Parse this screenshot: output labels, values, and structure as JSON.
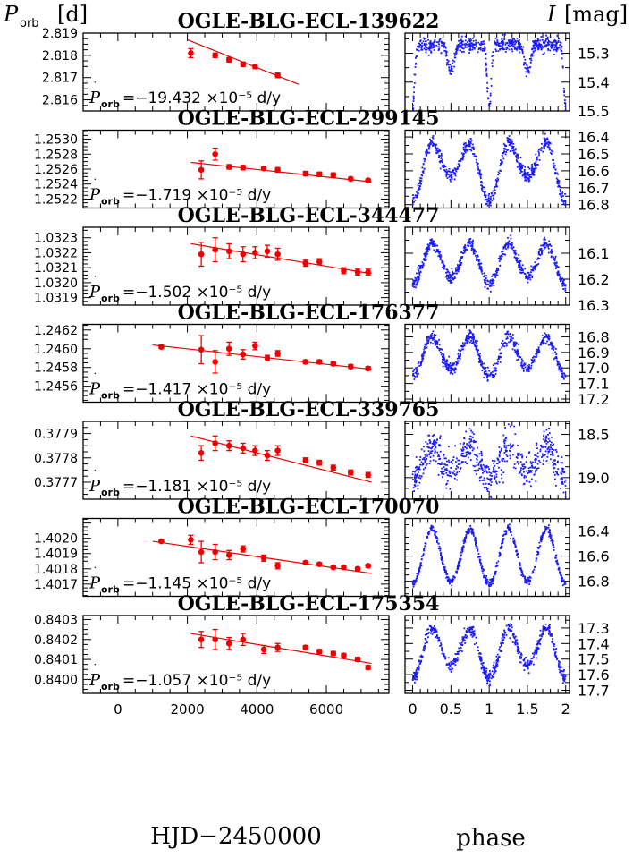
{
  "figure": {
    "porb_symbol": "P",
    "porb_sub": "orb",
    "porb_unit": "[d]",
    "mag_symbol": "I",
    "mag_unit": "[mag]",
    "xlabel_left": "HJD−2450000",
    "xlabel_right": "phase",
    "xticks_left": [
      "0",
      "2000",
      "4000",
      "6000"
    ],
    "xticks_right": [
      "0",
      "0.5",
      "1",
      "1.5",
      "2"
    ],
    "pdot_prefix": "=",
    "pdot_unit": "d/y",
    "red": "#ee0000",
    "blue": "#1a1aff"
  },
  "chart_data": [
    {
      "type": "scatter",
      "title": "OGLE-BLG-ECL-139622",
      "pdot_text": "−19.432 ×10⁻⁵",
      "left": {
        "ylim": [
          2.8155,
          2.819
        ],
        "yticks": [
          "2.819",
          "2.818",
          "2.817",
          "2.816"
        ],
        "yvals": [
          2.819,
          2.818,
          2.817,
          2.816
        ],
        "points": [
          [
            2100,
            2.8181,
            0.0002
          ],
          [
            2800,
            2.818,
            0.0001
          ],
          [
            3200,
            2.8178,
            0.0001
          ],
          [
            3600,
            2.8176,
            0.0001
          ],
          [
            3950,
            2.8175,
            0.0001
          ],
          [
            4600,
            2.8171,
            0.0001
          ]
        ],
        "fit": [
          [
            2000,
            2.8187
          ],
          [
            5200,
            2.8167
          ]
        ]
      },
      "right": {
        "ylim": [
          15.5,
          15.23
        ],
        "yticks": [
          "15.3",
          "15.4",
          "15.5"
        ],
        "yvals": [
          15.3,
          15.4,
          15.5
        ],
        "model": "detached",
        "base": 15.27,
        "d1": 0.22,
        "d2": 0.09,
        "w": 0.025,
        "scatter": 0.012
      }
    },
    {
      "type": "scatter",
      "title": "OGLE-BLG-ECL-299145",
      "pdot_text": "−1.719 ×10⁻⁵",
      "left": {
        "ylim": [
          1.25208,
          1.25312
        ],
        "yticks": [
          "1.2530",
          "1.2528",
          "1.2526",
          "1.2524",
          "1.2522"
        ],
        "yvals": [
          1.253,
          1.2528,
          1.2526,
          1.2524,
          1.2522
        ],
        "points": [
          [
            2400,
            1.25259,
            0.00012
          ],
          [
            2800,
            1.2528,
            8e-05
          ],
          [
            3200,
            1.25263,
            3e-05
          ],
          [
            3600,
            1.25262,
            3e-05
          ],
          [
            4200,
            1.25261,
            2e-05
          ],
          [
            4600,
            1.25259,
            3e-05
          ],
          [
            5400,
            1.25254,
            3e-05
          ],
          [
            5800,
            1.25253,
            3e-05
          ],
          [
            6200,
            1.25252,
            3e-05
          ],
          [
            6700,
            1.25247,
            2e-05
          ],
          [
            7200,
            1.25245,
            2e-05
          ]
        ],
        "fit": [
          [
            2100,
            1.25269
          ],
          [
            7300,
            1.25243
          ]
        ]
      },
      "right": {
        "ylim": [
          16.82,
          16.36
        ],
        "yticks": [
          "16.4",
          "16.5",
          "16.6",
          "16.7",
          "16.8"
        ],
        "yvals": [
          16.4,
          16.5,
          16.6,
          16.7,
          16.8
        ],
        "model": "wuma",
        "base": 16.43,
        "d1": 0.35,
        "d2": 0.2,
        "scatter": 0.02
      }
    },
    {
      "type": "scatter",
      "title": "OGLE-BLG-ECL-344477",
      "pdot_text": "−1.502 ×10⁻⁵",
      "left": {
        "ylim": [
          1.03185,
          1.03237
        ],
        "yticks": [
          "1.0323",
          "1.0322",
          "1.0321",
          "1.0320",
          "1.0319"
        ],
        "yvals": [
          1.0323,
          1.0322,
          1.0321,
          1.032,
          1.0319
        ],
        "points": [
          [
            2400,
            1.03219,
            8e-05
          ],
          [
            2800,
            1.03222,
            8e-05
          ],
          [
            3200,
            1.03221,
            5e-05
          ],
          [
            3600,
            1.03219,
            5e-05
          ],
          [
            3950,
            1.0322,
            4e-05
          ],
          [
            4300,
            1.03221,
            4e-05
          ],
          [
            4600,
            1.03219,
            4e-05
          ],
          [
            5400,
            1.03213,
            2e-05
          ],
          [
            5800,
            1.03214,
            2e-05
          ],
          [
            6500,
            1.03208,
            2e-05
          ],
          [
            6900,
            1.03207,
            2e-05
          ],
          [
            7200,
            1.03207,
            2e-05
          ]
        ],
        "fit": [
          [
            2100,
            1.03226
          ],
          [
            7300,
            1.03206
          ]
        ]
      },
      "right": {
        "ylim": [
          16.3,
          16.0
        ],
        "yticks": [
          "16.1",
          "16.2",
          "16.3"
        ],
        "yvals": [
          16.1,
          16.2,
          16.3
        ],
        "model": "wuma",
        "base": 16.06,
        "d1": 0.16,
        "d2": 0.13,
        "scatter": 0.012
      }
    },
    {
      "type": "scatter",
      "title": "OGLE-BLG-ECL-176377",
      "pdot_text": "−1.417 ×10⁻⁵",
      "left": {
        "ylim": [
          1.24543,
          1.24626
        ],
        "yticks": [
          "1.2462",
          "1.2460",
          "1.2458",
          "1.2456"
        ],
        "yvals": [
          1.2462,
          1.246,
          1.2458,
          1.2456
        ],
        "points": [
          [
            1250,
            1.24602,
            2e-05
          ],
          [
            2400,
            1.24599,
            0.00015
          ],
          [
            2800,
            1.24586,
            0.00012
          ],
          [
            3200,
            1.246,
            7e-05
          ],
          [
            3600,
            1.24594,
            5e-05
          ],
          [
            3950,
            1.24603,
            4e-05
          ],
          [
            4300,
            1.2459,
            3e-05
          ],
          [
            4600,
            1.24595,
            3e-05
          ],
          [
            5400,
            1.24586,
            2e-05
          ],
          [
            5800,
            1.24586,
            2e-05
          ],
          [
            6200,
            1.24584,
            2e-05
          ],
          [
            6700,
            1.24581,
            2e-05
          ],
          [
            7200,
            1.24579,
            2e-05
          ]
        ],
        "fit": [
          [
            1000,
            1.24604
          ],
          [
            7300,
            1.24578
          ]
        ]
      },
      "right": {
        "ylim": [
          17.22,
          16.72
        ],
        "yticks": [
          "16.8",
          "16.9",
          "17.0",
          "17.1",
          "17.2"
        ],
        "yvals": [
          16.8,
          16.9,
          17.0,
          17.1,
          17.2
        ],
        "model": "wuma",
        "base": 16.8,
        "d1": 0.25,
        "d2": 0.2,
        "scatter": 0.02
      }
    },
    {
      "type": "scatter",
      "title": "OGLE-BLG-ECL-339765",
      "pdot_text": "−1.181 ×10⁻⁵",
      "left": {
        "ylim": [
          0.37763,
          0.37795
        ],
        "yticks": [
          "0.3779",
          "0.3778",
          "0.3777"
        ],
        "yvals": [
          0.3779,
          0.3778,
          0.3777
        ],
        "points": [
          [
            2400,
            0.37782,
            3e-05
          ],
          [
            2800,
            0.37786,
            3e-05
          ],
          [
            3200,
            0.37785,
            2e-05
          ],
          [
            3600,
            0.37784,
            2e-05
          ],
          [
            3950,
            0.37783,
            2e-05
          ],
          [
            4300,
            0.37781,
            2e-05
          ],
          [
            4600,
            0.37783,
            2e-05
          ],
          [
            5400,
            0.37779,
            1e-05
          ],
          [
            5800,
            0.37778,
            1e-05
          ],
          [
            6200,
            0.37776,
            1e-05
          ],
          [
            6700,
            0.37774,
            1e-05
          ],
          [
            7200,
            0.37773,
            1e-05
          ]
        ],
        "fit": [
          [
            2100,
            0.37789
          ],
          [
            7300,
            0.3777
          ]
        ]
      },
      "right": {
        "ylim": [
          19.25,
          18.35
        ],
        "yticks": [
          "18.5",
          "19.0"
        ],
        "yvals": [
          18.5,
          19.0
        ],
        "model": "wuma",
        "base": 18.63,
        "d1": 0.38,
        "d2": 0.3,
        "scatter": 0.1
      }
    },
    {
      "type": "scatter",
      "title": "OGLE-BLG-ECL-170070",
      "pdot_text": "−1.145 ×10⁻⁵",
      "left": {
        "ylim": [
          1.40162,
          1.40213
        ],
        "yticks": [
          "1.4020",
          "1.4019",
          "1.4018",
          "1.4017"
        ],
        "yvals": [
          1.402,
          1.4019,
          1.4018,
          1.4017
        ],
        "points": [
          [
            1250,
            1.40198,
            1e-05
          ],
          [
            2100,
            1.40199,
            3e-05
          ],
          [
            2400,
            1.40191,
            7e-05
          ],
          [
            2800,
            1.40191,
            5e-05
          ],
          [
            3200,
            1.40189,
            3e-05
          ],
          [
            3600,
            1.40193,
            2e-05
          ],
          [
            4200,
            1.40187,
            2e-05
          ],
          [
            4600,
            1.40182,
            2e-05
          ],
          [
            5400,
            1.40184,
            1e-05
          ],
          [
            5800,
            1.40183,
            1e-05
          ],
          [
            6200,
            1.40181,
            1e-05
          ],
          [
            6500,
            1.40181,
            1e-05
          ],
          [
            6900,
            1.4018,
            1e-05
          ],
          [
            7200,
            1.40182,
            1e-05
          ]
        ],
        "fit": [
          [
            1000,
            1.40198
          ],
          [
            7300,
            1.40177
          ]
        ]
      },
      "right": {
        "ylim": [
          16.92,
          16.3
        ],
        "yticks": [
          "16.4",
          "16.6",
          "16.8"
        ],
        "yvals": [
          16.4,
          16.6,
          16.8
        ],
        "model": "wuma",
        "base": 16.38,
        "d1": 0.44,
        "d2": 0.42,
        "scatter": 0.015
      }
    },
    {
      "type": "scatter",
      "title": "OGLE-BLG-ECL-175354",
      "pdot_text": "−1.057 ×10⁻⁵",
      "left": {
        "ylim": [
          0.83993,
          0.84032
        ],
        "yticks": [
          "0.8403",
          "0.8402",
          "0.8401",
          "0.8400"
        ],
        "yvals": [
          0.8403,
          0.8402,
          0.8401,
          0.84
        ],
        "points": [
          [
            2400,
            0.8402,
            4e-05
          ],
          [
            2800,
            0.8402,
            5e-05
          ],
          [
            3200,
            0.84018,
            3e-05
          ],
          [
            3600,
            0.8402,
            3e-05
          ],
          [
            4200,
            0.84015,
            2e-05
          ],
          [
            4600,
            0.84016,
            2e-05
          ],
          [
            5400,
            0.84016,
            1e-05
          ],
          [
            5800,
            0.84014,
            1e-05
          ],
          [
            6200,
            0.84013,
            1e-05
          ],
          [
            6500,
            0.84012,
            1e-05
          ],
          [
            6900,
            0.8401,
            1e-05
          ],
          [
            7200,
            0.84006,
            1e-05
          ]
        ],
        "fit": [
          [
            2100,
            0.84023
          ],
          [
            7300,
            0.84008
          ]
        ]
      },
      "right": {
        "ylim": [
          17.72,
          17.22
        ],
        "yticks": [
          "17.3",
          "17.4",
          "17.5",
          "17.6",
          "17.7"
        ],
        "yvals": [
          17.3,
          17.4,
          17.5,
          17.6,
          17.7
        ],
        "model": "wuma",
        "base": 17.3,
        "d1": 0.32,
        "d2": 0.24,
        "scatter": 0.02
      }
    }
  ]
}
